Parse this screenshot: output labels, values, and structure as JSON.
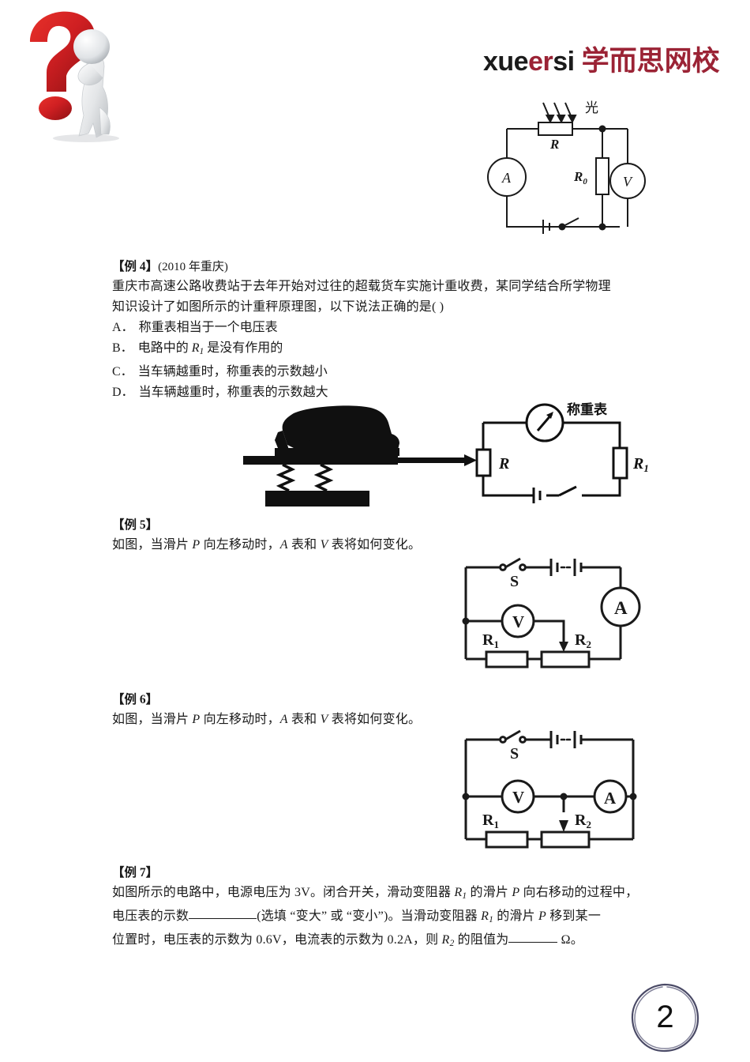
{
  "header": {
    "mascot_icon": "question-mark-thinker-icon",
    "logo_part1": "xue",
    "logo_part2": "er",
    "logo_part3": "si",
    "logo_cn": "学而思网校",
    "logo_color_dark": "#1b1b1b",
    "logo_color_red": "#9B2335"
  },
  "figure_photoresistor": {
    "light_label": "光",
    "r_label": "R",
    "r0_label": "R",
    "r0_sub": "0",
    "ammeter_label": "A",
    "voltmeter_label": "V"
  },
  "examples": [
    {
      "id": "example-4",
      "head": "【例 4】",
      "source": "(2010 年重庆)",
      "lines": [
        "重庆市高速公路收费站于去年开始对过往的超载货车实施计重收费，某同学结合所学物理",
        "知识设计了如图所示的计重秤原理图，以下说法正确的是(    )"
      ],
      "options": [
        {
          "id": "A．",
          "text_before": "称重表相当于一个电压表",
          "var": "",
          "sub": "",
          "text_after": ""
        },
        {
          "id": "B．",
          "text_before": "电路中的 ",
          "var": "R",
          "sub": "1",
          "text_after": " 是没有作用的"
        },
        {
          "id": "C．",
          "text_before": "当车辆越重时，称重表的示数越小",
          "var": "",
          "sub": "",
          "text_after": ""
        },
        {
          "id": "D．",
          "text_before": "当车辆越重时，称重表的示数越大",
          "var": "",
          "sub": "",
          "text_after": ""
        }
      ],
      "figure": {
        "name": "truck-weighing-scale-circuit",
        "meter_label": "称重表",
        "r_label": "R",
        "r1_label": "R",
        "r1_sub": "1"
      }
    },
    {
      "id": "example-5",
      "head": "【例 5】",
      "source": "",
      "lines_rich": {
        "p1": "如图，当滑片 ",
        "v1": "P",
        "p2": " 向左移动时，",
        "v2": "A",
        "p3": " 表和 ",
        "v3": "V",
        "p4": " 表将如何变化。"
      },
      "figure": {
        "name": "series-circuit-voltmeter-across-r2",
        "switch_label": "S",
        "ammeter_label": "A",
        "voltmeter_label": "V",
        "r1_label": "R",
        "r1_sub": "1",
        "r2_label": "R",
        "r2_sub": "2"
      }
    },
    {
      "id": "example-6",
      "head": "【例 6】",
      "source": "",
      "lines_rich": {
        "p1": "如图，当滑片 ",
        "v1": "P",
        "p2": " 向左移动时，",
        "v2": "A",
        "p3": " 表和 ",
        "v3": "V",
        "p4": " 表将如何变化。"
      },
      "figure": {
        "name": "parallel-branch-circuit-ammeter-across-r2",
        "switch_label": "S",
        "ammeter_label": "A",
        "voltmeter_label": "V",
        "r1_label": "R",
        "r1_sub": "1",
        "r2_label": "R",
        "r2_sub": "2"
      }
    },
    {
      "id": "example-7",
      "head": "【例 7】",
      "source": "",
      "line1": {
        "a": "如图所示的电路中，电源电压为 3V。闭合开关，滑动变阻器 ",
        "v1": "R",
        "s1": "1",
        "b": " 的滑片 ",
        "v2": "P",
        "c": " 向右移动的过程中，"
      },
      "line2": {
        "a": "电压表的示数",
        "blank": "",
        "b": "(选填 “变大” 或 “变小”)。当滑动变阻器 ",
        "v1": "R",
        "s1": "1",
        "c": " 的滑片 ",
        "v2": "P",
        "d": " 移到某一"
      },
      "line3": {
        "a": "位置时，电压表的示数为 0.6V，电流表的示数为 0.2A，则 ",
        "v1": "R",
        "s1": "2",
        "b": " 的阻值为",
        "blank": "",
        "c": " Ω。"
      }
    }
  ],
  "page": {
    "number": "2"
  }
}
